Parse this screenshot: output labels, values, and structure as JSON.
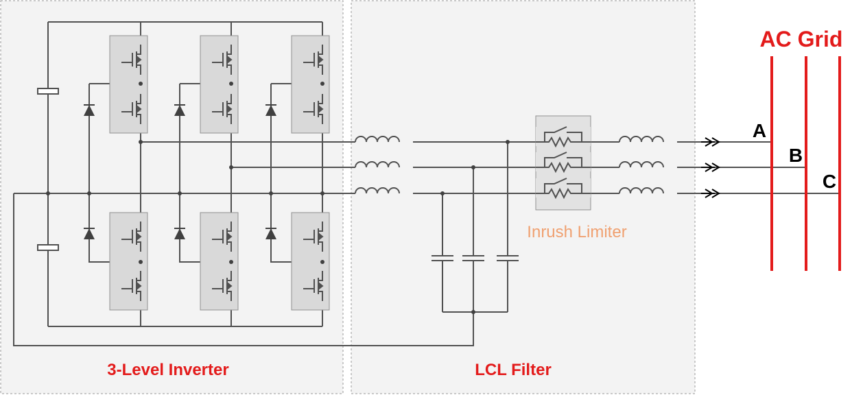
{
  "labels": {
    "inverter": "3-Level Inverter",
    "filter": "LCL  Filter",
    "inrush": "Inrush Limiter",
    "grid": "AC Grid",
    "phase_a": "A",
    "phase_b": "B",
    "phase_c": "C"
  },
  "colors": {
    "grid": "#e31b1b",
    "inrush_label": "#f0a070",
    "wire": "#505050",
    "box_fill": "#f3f3f3",
    "box_border": "#9a9a9a"
  },
  "icons": {
    "switch": "mosfet-icon",
    "diode": "diode-icon",
    "capacitor": "capacitor-icon",
    "inductor": "inductor-icon",
    "resistor": "resistor-icon"
  }
}
